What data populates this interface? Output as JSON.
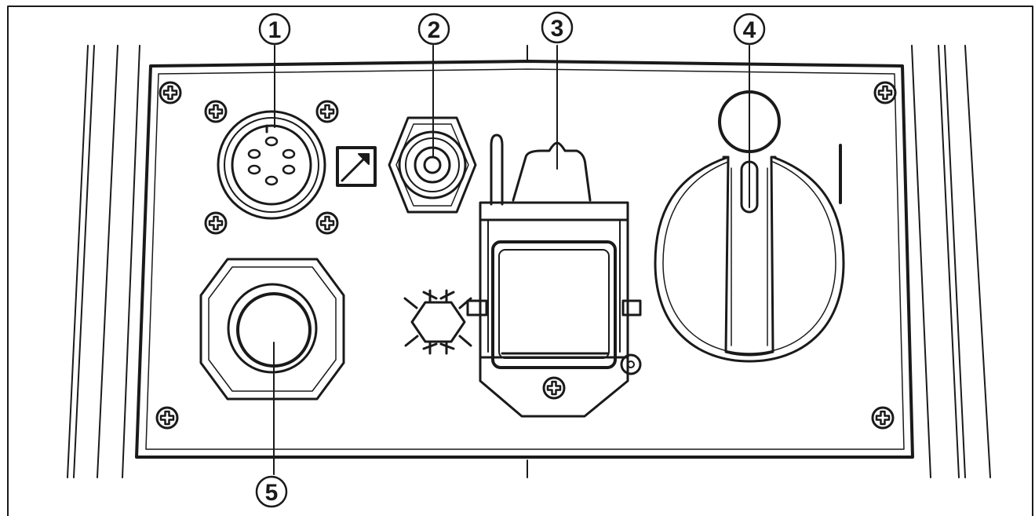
{
  "diagram": {
    "colors": {
      "line": "#1a1a1a",
      "fill": "#ffffff",
      "panel_fill": "#ffffff"
    },
    "callouts": [
      {
        "id": "callout-1",
        "label": "1"
      },
      {
        "id": "callout-2",
        "label": "2"
      },
      {
        "id": "callout-3",
        "label": "3"
      },
      {
        "id": "callout-4",
        "label": "4"
      },
      {
        "id": "callout-5",
        "label": "5"
      }
    ],
    "symbols": {
      "switch_position_mark": "|",
      "frost_symbol": "snowflake-icon",
      "output_symbol": "diagonal-arrow-icon",
      "screw_icon": "screw-icon"
    }
  }
}
